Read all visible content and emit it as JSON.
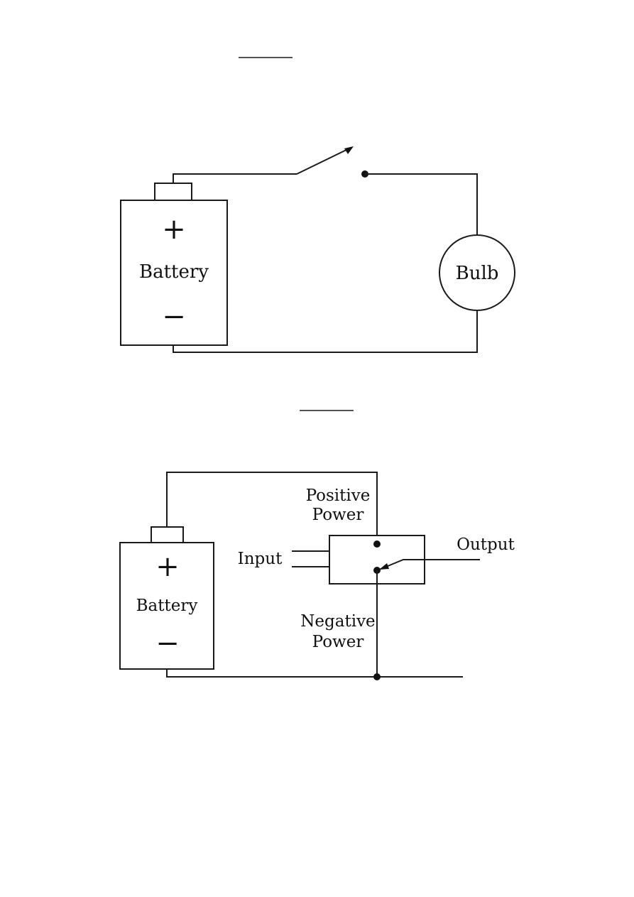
{
  "diagram1": {
    "heading": "",
    "battery": {
      "plus": "+",
      "label": "Battery",
      "minus": "−"
    },
    "bulb": {
      "label": "Bulb"
    }
  },
  "diagram2": {
    "heading": "",
    "battery": {
      "plus": "+",
      "label": "Battery",
      "minus": "−"
    },
    "labels": {
      "positive_power_line1": "Positive",
      "positive_power_line2": "Power",
      "input": "Input",
      "output": "Output",
      "negative_power_line1": "Negative",
      "negative_power_line2": "Power"
    }
  }
}
